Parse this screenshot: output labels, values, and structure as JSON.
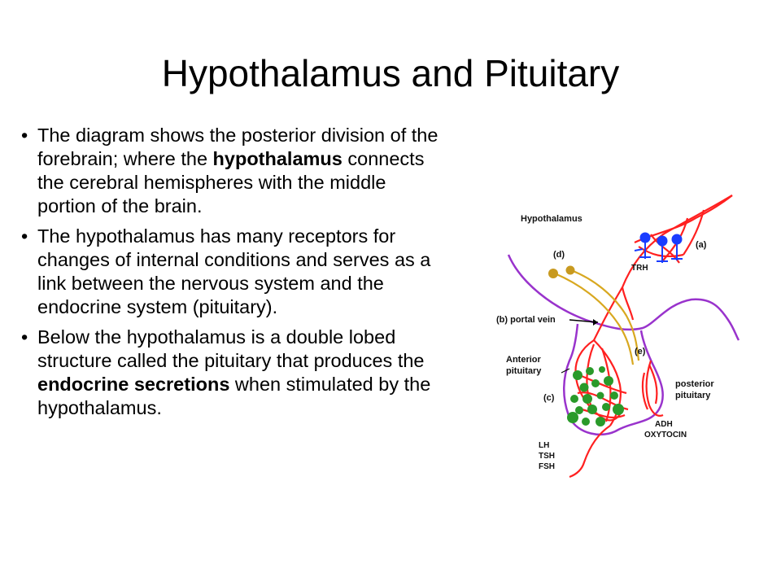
{
  "slide": {
    "title": "Hypothalamus and Pituitary"
  },
  "bullets": [
    {
      "parts": [
        {
          "text": "The diagram shows the posterior division of the forebrain; where the ",
          "bold": false
        },
        {
          "text": "hypothalamus",
          "bold": true
        },
        {
          "text": " connects the cerebral hemispheres with the middle portion of the brain.",
          "bold": false
        }
      ]
    },
    {
      "parts": [
        {
          "text": "The hypothalamus has many receptors for changes of internal conditions and serves as a link between the nervous system and the endocrine system (pituitary).",
          "bold": false
        }
      ]
    },
    {
      "parts": [
        {
          "text": "Below the hypothalamus is a double lobed structure called the pituitary that produces the ",
          "bold": false
        },
        {
          "text": "endocrine secretions",
          "bold": true
        },
        {
          "text": " when stimulated by the hypothalamus.",
          "bold": false
        }
      ]
    }
  ],
  "diagram": {
    "labels": {
      "hypothalamus": "Hypothalamus",
      "d": "(d)",
      "a": "(a)",
      "trh": "TRH",
      "b": "(b) portal vein",
      "e": "(e)",
      "anterior1": "Anterior",
      "anterior2": "pituitary",
      "c": "(c)",
      "posterior1": "posterior",
      "posterior2": "pituitary",
      "adh": "ADH",
      "oxytocin": "OXYTOCIN",
      "lh": "LH",
      "tsh": "TSH",
      "fsh": "FSH"
    },
    "colors": {
      "vessel": "#ff2020",
      "outline": "#9933cc",
      "axon": "#d8a820",
      "neuron": "#1a3cff",
      "cell": "#2a9a2a"
    }
  }
}
